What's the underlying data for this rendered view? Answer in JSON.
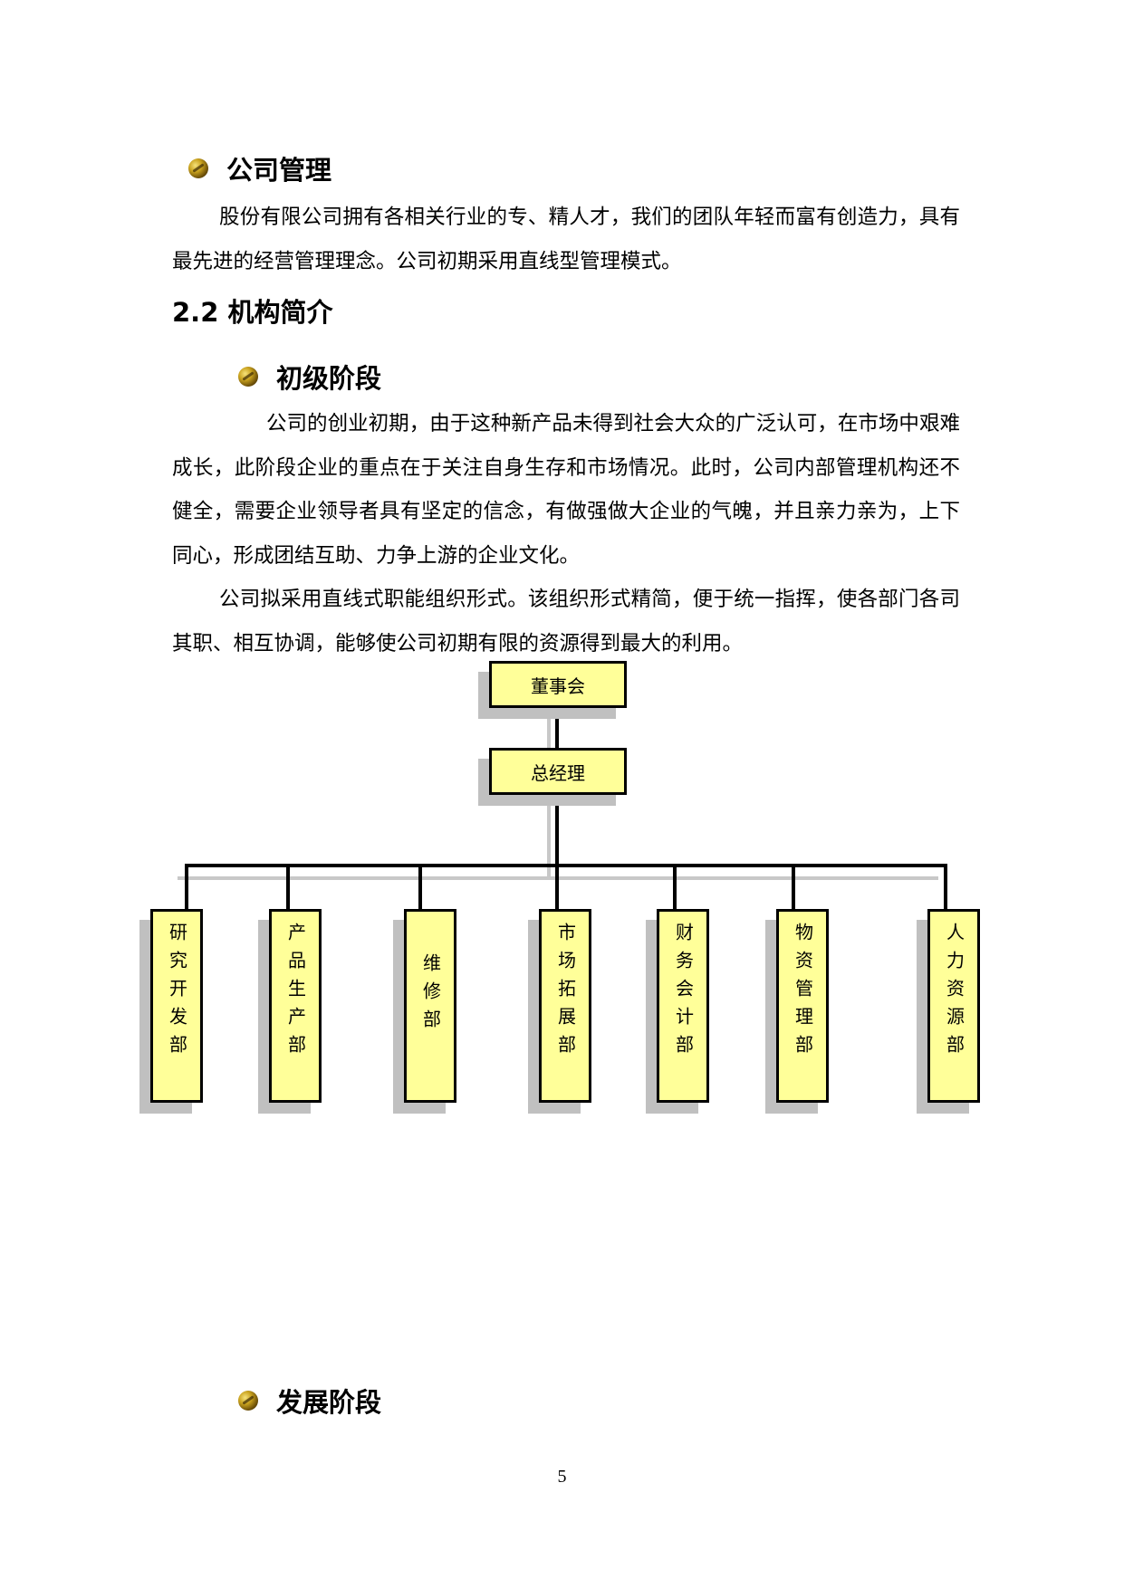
{
  "company_management": {
    "heading": "公司管理",
    "paragraph": "股份有限公司拥有各相关行业的专、精人才，我们的团队年轻而富有创造力，具有最先进的经营管理理念。公司初期采用直线型管理模式。"
  },
  "section": {
    "title": "2.2 机构简介"
  },
  "initial_stage": {
    "heading": "初级阶段",
    "paragraph1": "公司的创业初期，由于这种新产品未得到社会大众的广泛认可，在市场中艰难成长，此阶段企业的重点在于关注自身生存和市场情况。此时，公司内部管理机构还不健全，需要企业领导者具有坚定的信念，有做强做大企业的气魄，并且亲力亲为，上下同心，形成团结互助、力争上游的企业文化。",
    "paragraph2": "公司拟采用直线式职能组织形式。该组织形式精简，便于统一指挥，使各部门各司其职、相互协调，能够使公司初期有限的资源得到最大的利用。"
  },
  "org_chart": {
    "board": "董事会",
    "general_manager": "总经理",
    "departments": [
      "研究开发部",
      "产品生产部",
      "维修部",
      "市场拓展部",
      "财务会计部",
      "物资管理部",
      "人力资源部"
    ],
    "box_fill": "#ffff99"
  },
  "development_stage": {
    "heading": "发展阶段"
  },
  "page_number": "5"
}
